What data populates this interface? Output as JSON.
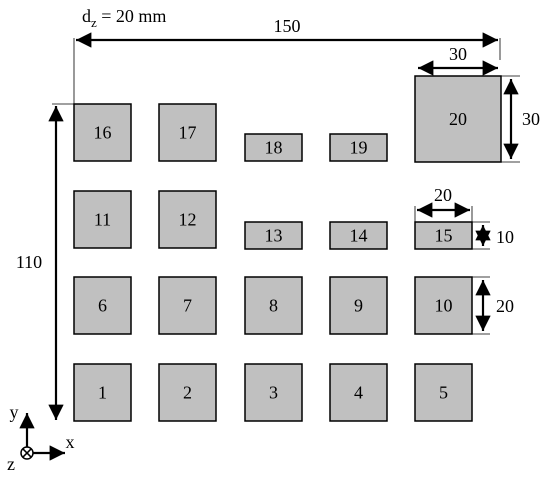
{
  "title": {
    "d_symbol": "d",
    "d_subscript": "z",
    "d_value": " = 20 mm"
  },
  "blocks": [
    {
      "id": "1",
      "label": "1",
      "size": "large"
    },
    {
      "id": "2",
      "label": "2",
      "size": "large"
    },
    {
      "id": "3",
      "label": "3",
      "size": "large"
    },
    {
      "id": "4",
      "label": "4",
      "size": "large"
    },
    {
      "id": "5",
      "label": "5",
      "size": "large"
    },
    {
      "id": "6",
      "label": "6",
      "size": "large"
    },
    {
      "id": "7",
      "label": "7",
      "size": "large"
    },
    {
      "id": "8",
      "label": "8",
      "size": "large"
    },
    {
      "id": "9",
      "label": "9",
      "size": "large"
    },
    {
      "id": "10",
      "label": "10",
      "size": "large"
    },
    {
      "id": "11",
      "label": "11",
      "size": "large"
    },
    {
      "id": "12",
      "label": "12",
      "size": "large"
    },
    {
      "id": "13",
      "label": "13",
      "size": "small"
    },
    {
      "id": "14",
      "label": "14",
      "size": "small"
    },
    {
      "id": "15",
      "label": "15",
      "size": "small"
    },
    {
      "id": "16",
      "label": "16",
      "size": "large"
    },
    {
      "id": "17",
      "label": "17",
      "size": "large"
    },
    {
      "id": "18",
      "label": "18",
      "size": "small"
    },
    {
      "id": "19",
      "label": "19",
      "size": "small"
    },
    {
      "id": "20",
      "label": "20",
      "size": "big"
    }
  ],
  "dimensions": {
    "overall_width": "150",
    "overall_height": "110",
    "big_width": "30",
    "big_height": "30",
    "small_width": "20",
    "small_height": "10",
    "large_height": "20"
  },
  "axes": {
    "x_label": "x",
    "y_label": "y",
    "z_label": "z"
  }
}
